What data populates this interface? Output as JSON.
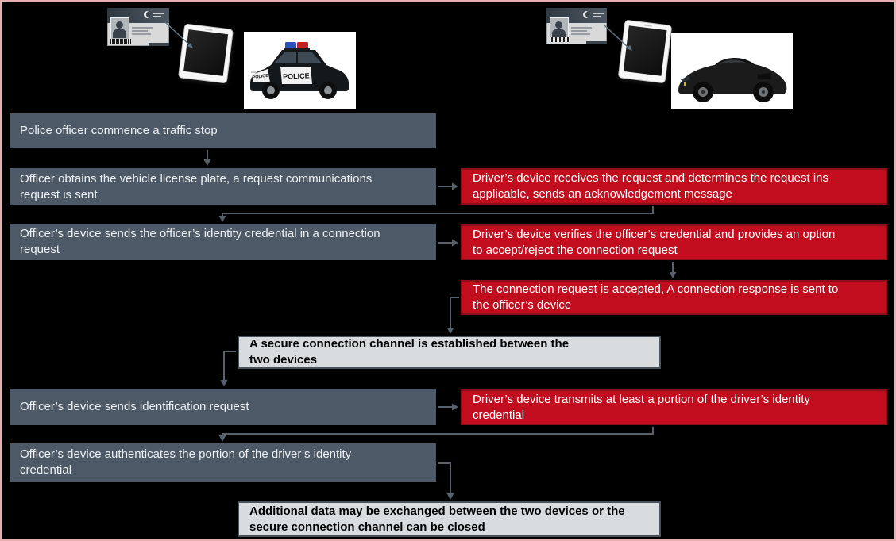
{
  "colors": {
    "background": "#000000",
    "page_border": "#e6b0b0",
    "officer_box_fill": "#4d5966",
    "driver_box_fill": "#c20d1e",
    "driver_box_border": "#8c0f1a",
    "shared_box_fill": "#d9dcde",
    "shared_box_border": "#49525a",
    "connector": "#56616c",
    "officer_text": "#eef1f3",
    "driver_text": "#ffffff",
    "shared_text": "#000000"
  },
  "icons": {
    "officer_id_card": "id-card-icon",
    "officer_tablet": "tablet-icon",
    "police_car": "police-car-photo",
    "driver_id_card": "id-card-icon",
    "driver_tablet": "tablet-icon",
    "driver_car": "sports-car-photo"
  },
  "police_car": {
    "label": "POLICE"
  },
  "flow": {
    "officer_steps": [
      {
        "text": "Police officer commence a traffic stop"
      },
      {
        "text": "Officer obtains the vehicle license plate, a request communications\nrequest is sent"
      },
      {
        "text": "Officer’s device sends the officer’s identity credential in a connection\nrequest"
      },
      {
        "text": "Officer’s device sends identification request"
      },
      {
        "text": "Officer’s device authenticates the portion of the driver’s identity\ncredential"
      }
    ],
    "driver_steps": [
      {
        "text": "Driver’s device receives the request and determines the request ins\napplicable, sends an acknowledgement message"
      },
      {
        "text": "Driver’s device verifies the officer’s credential and provides an option\nto accept/reject the connection request"
      },
      {
        "text": "The connection request is accepted, A connection response is sent to\nthe officer’s device"
      },
      {
        "text": "Driver’s device transmits at least a portion of the driver’s identity\ncredential"
      }
    ],
    "shared_steps": [
      {
        "text": "A secure connection channel is established between the\ntwo devices"
      },
      {
        "text": "Additional data may be exchanged between the two devices or the\nsecure connection channel can be closed"
      }
    ]
  }
}
